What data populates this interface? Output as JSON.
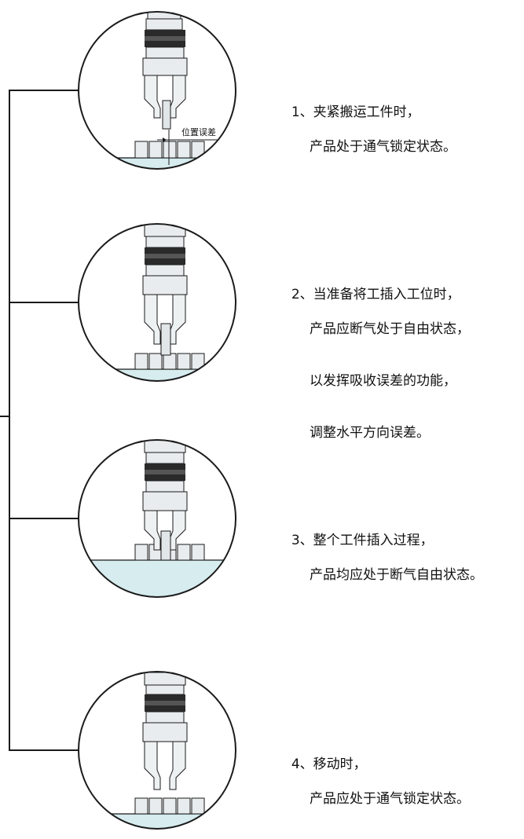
{
  "steps": [
    {
      "number": "1、",
      "line1": "夹紧搬运工件时，",
      "lines": [
        "产品处于通气锁定状态。"
      ],
      "annotation": "位置误差"
    },
    {
      "number": "2、",
      "line1": "当准备将工插入工位时，",
      "lines": [
        "产品应断气处于自由状态，",
        "以发挥吸收误差的功能，",
        "调整水平方向误差。"
      ]
    },
    {
      "number": "3、",
      "line1": "整个工件插入过程，",
      "lines": [
        "产品均应处于断气自由状态。"
      ]
    },
    {
      "number": "4、",
      "line1": "移动时，",
      "lines": [
        "产品应处于通气锁定状态。"
      ]
    }
  ],
  "colors": {
    "floor": "#d6ecee",
    "outline": "#1a1a1a",
    "metal": "#e8ecee",
    "dark_band": "#2a2a2a",
    "shaft": "#e1e6e8"
  }
}
